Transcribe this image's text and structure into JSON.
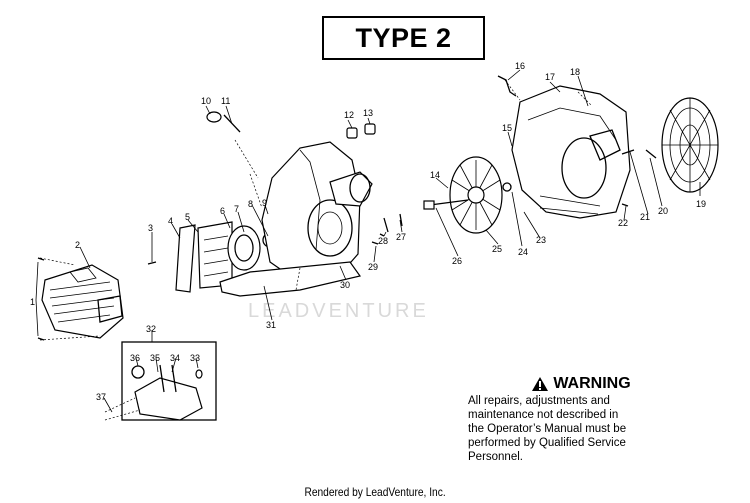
{
  "title": "TYPE 2",
  "watermark": "LEADVENTURE",
  "footer": "Rendered by LeadVenture, Inc.",
  "warning": {
    "heading": "WARNING",
    "lines": [
      "All repairs, adjustments and",
      "maintenance not described in",
      "the Operator’s Manual must be",
      "performed by Qualified Service",
      "Personnel."
    ]
  },
  "callouts": [
    "1",
    "2",
    "3",
    "4",
    "5",
    "6",
    "7",
    "8",
    "9",
    "10",
    "11",
    "12",
    "13",
    "14",
    "15",
    "16",
    "17",
    "18",
    "19",
    "20",
    "21",
    "22",
    "23",
    "24",
    "25",
    "26",
    "27",
    "28",
    "29",
    "30",
    "31",
    "32",
    "33",
    "34",
    "35",
    "36",
    "37"
  ]
}
